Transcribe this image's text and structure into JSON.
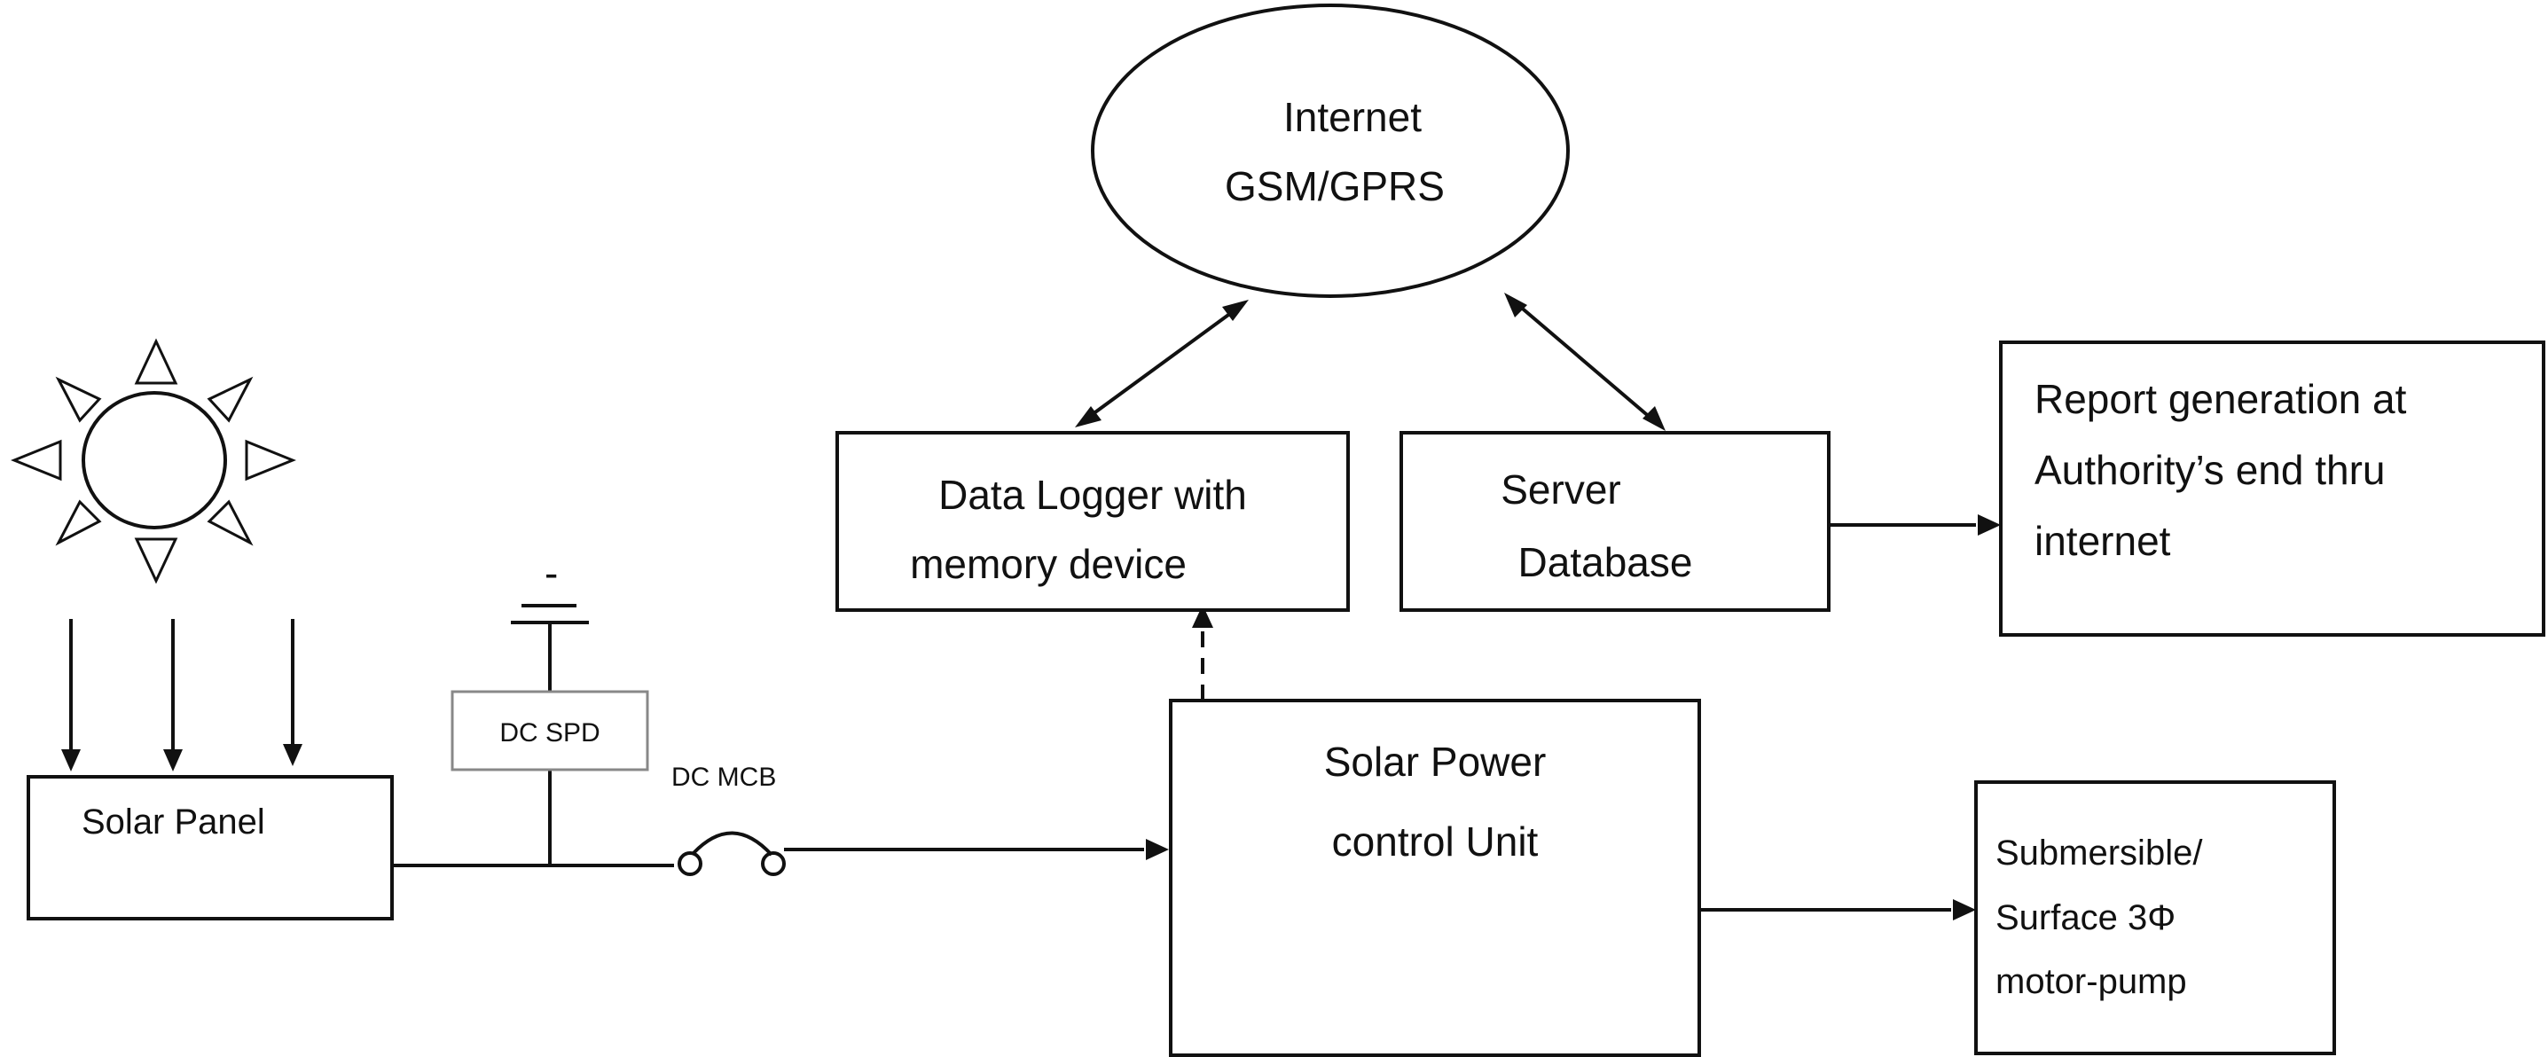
{
  "diagram": {
    "internet": {
      "line1": "Internet",
      "line2": "GSM/GPRS"
    },
    "data_logger": {
      "line1": "Data Logger with",
      "line2": "memory device"
    },
    "server": {
      "line1": "Server",
      "line2": "Database"
    },
    "report": {
      "line1": "Report generation at",
      "line2": "Authority’s end thru",
      "line3": "internet"
    },
    "solar_panel": {
      "label": "Solar Panel"
    },
    "spd": {
      "label": "DC SPD",
      "minus": "-"
    },
    "mcb": {
      "label": "DC MCB"
    },
    "control_unit": {
      "line1": "Solar Power",
      "line2": "control Unit"
    },
    "pump": {
      "line1": "Submersible/",
      "line2": "Surface 3Φ",
      "line3": "motor-pump"
    }
  }
}
